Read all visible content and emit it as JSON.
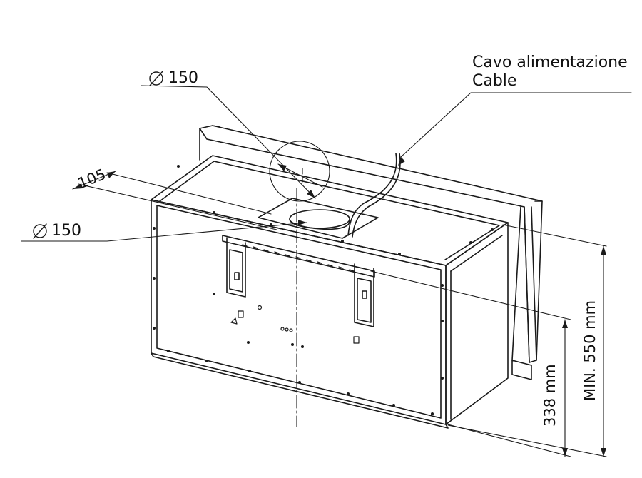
{
  "labels": {
    "cable_line1": "Cavo alimentazione",
    "cable_line2": "Cable",
    "dia_top": "150",
    "dia_side": "150",
    "dim_105": "105",
    "dim_338": "338 mm",
    "dim_550": "MIN. 550 mm"
  },
  "symbols": {
    "diameter": "diameter-symbol"
  },
  "colors": {
    "line": "#1a1a1a",
    "background": "#ffffff"
  }
}
